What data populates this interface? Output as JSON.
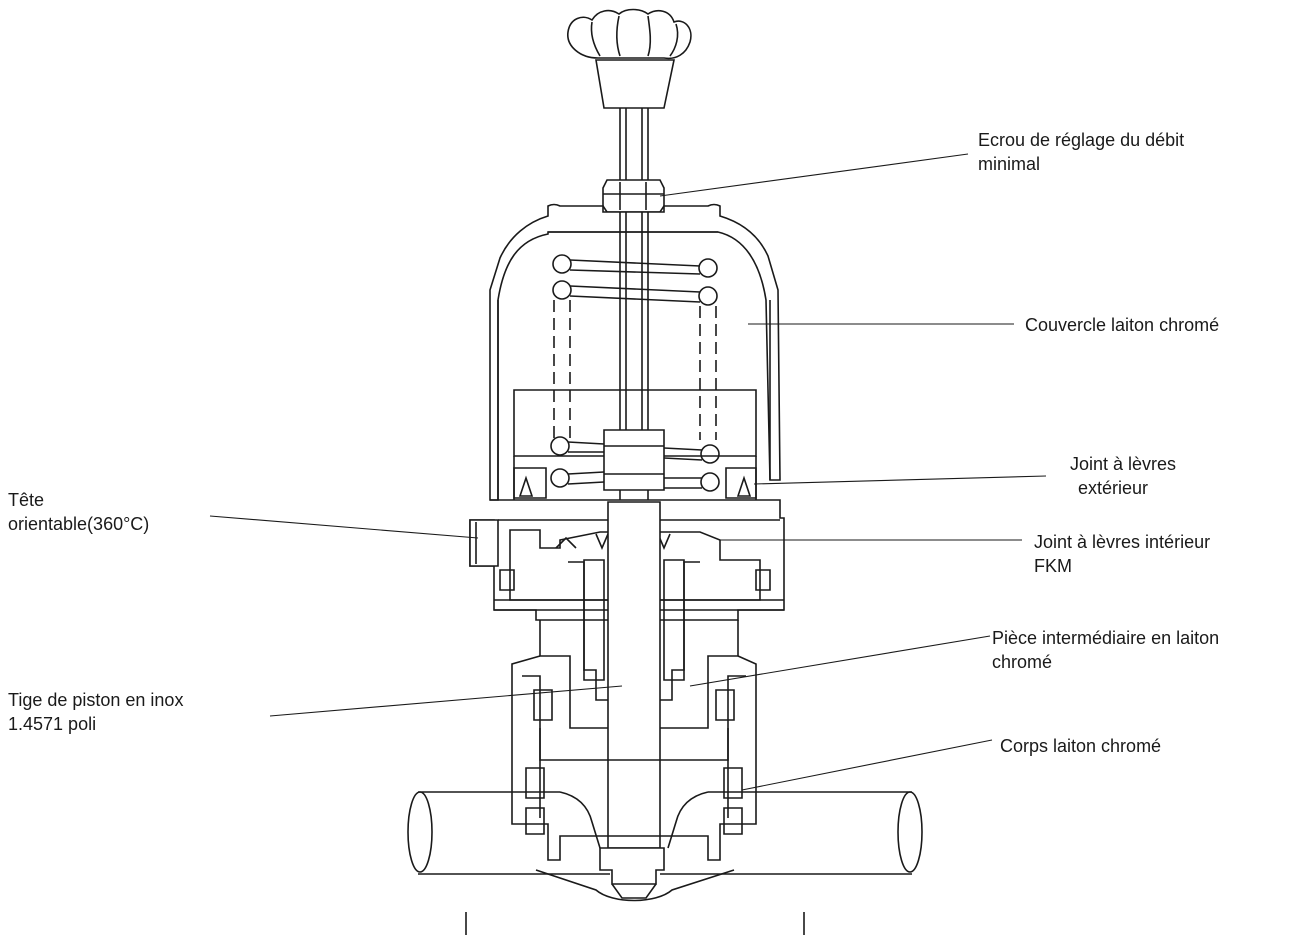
{
  "labels": {
    "nut": {
      "line1": "Ecrou de réglage du débit",
      "line2": "minimal"
    },
    "cover": {
      "line1": "Couvercle laiton chromé"
    },
    "outer": {
      "line1": "Joint à lèvres",
      "line2": "extérieur"
    },
    "head": {
      "line1": "Tête",
      "line2": "orientable(360°C)"
    },
    "inner": {
      "line1": "Joint à lèvres intérieur",
      "line2": "FKM"
    },
    "middle": {
      "line1": "Pièce intermédiaire en laiton",
      "line2": "chromé"
    },
    "rod": {
      "line1": "Tige de piston en inox",
      "line2": "1.4571 poli"
    },
    "body": {
      "line1": "Corps laiton chromé"
    }
  },
  "colors": {
    "line": "#1a1a1a",
    "background": "#ffffff"
  }
}
